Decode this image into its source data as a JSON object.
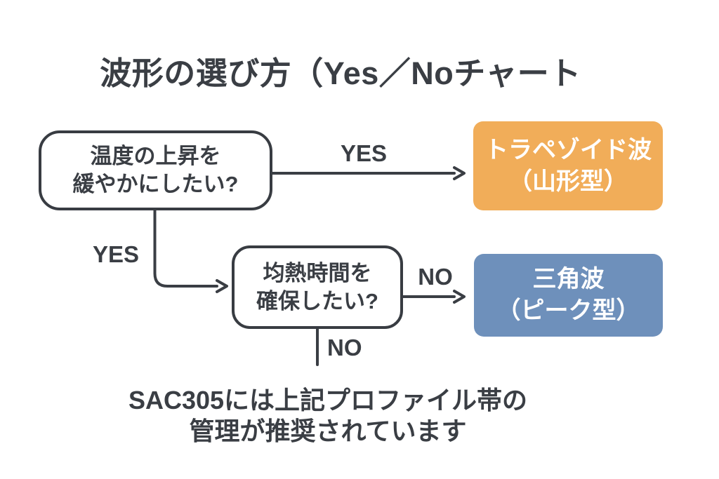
{
  "title": "波形の選び方（Yes／Noチャート",
  "flowchart": {
    "question1": {
      "line1": "温度の上昇を",
      "line2": "緩やかにしたい?"
    },
    "question2": {
      "line1": "均熱時間を",
      "line2": "確保したい?"
    },
    "result1": {
      "line1": "トラペゾイド波",
      "line2": "（山形型）"
    },
    "result2": {
      "line1": "三角波",
      "line2": "（ピーク型）"
    },
    "labels": {
      "yes_top": "YES",
      "yes_left": "YES",
      "no_right": "NO",
      "no_down": "NO"
    }
  },
  "footnote": {
    "line1": "SAC305には上記プロファイル帯の",
    "line2": "管理が推奨されています"
  },
  "colors": {
    "result1_bg": "#f1ad59",
    "result2_bg": "#6e90bb",
    "text": "#3a3e44",
    "line": "#3a3e44",
    "background": "#ffffff"
  }
}
